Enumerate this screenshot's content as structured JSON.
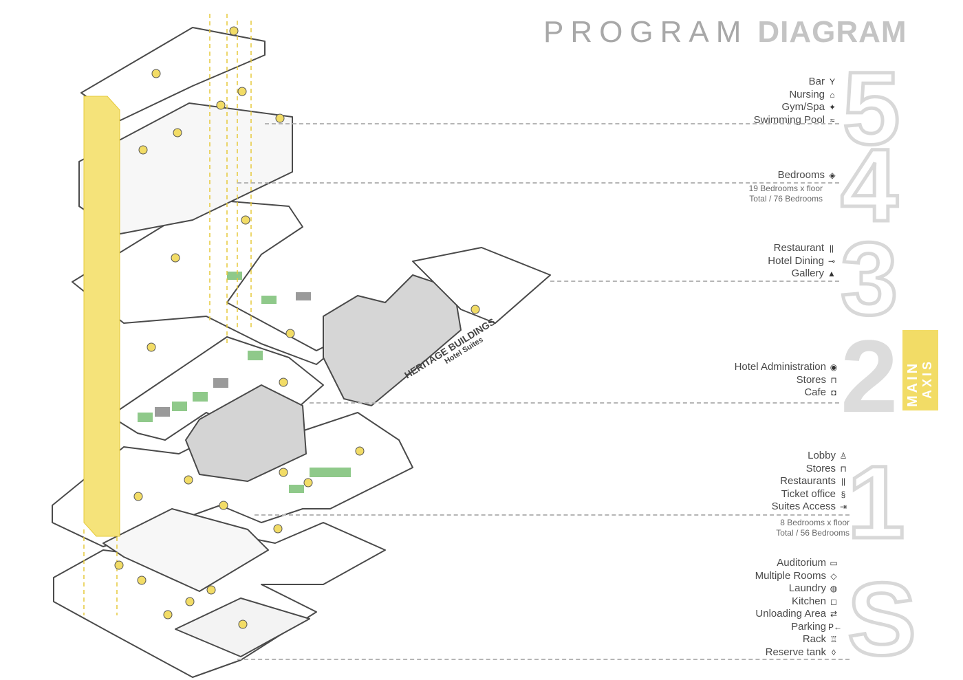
{
  "title": {
    "light": "PROGRAM",
    "bold": "DIAGRAM"
  },
  "colors": {
    "accent_yellow": "#f2dc66",
    "green_panel": "#8fc98a",
    "gray_panel": "#9a9a9a",
    "line_gray": "#b5b5b5"
  },
  "axis_tag": {
    "line1": "MAIN",
    "line2": "AXIS"
  },
  "levels": [
    {
      "id": "5",
      "items": [
        {
          "label": "Bar",
          "icon": "bar-icon",
          "glyph": "Y"
        },
        {
          "label": "Nursing",
          "icon": "nursing-icon",
          "glyph": "⌂"
        },
        {
          "label": "Gym/Spa",
          "icon": "gym-icon",
          "glyph": "✦"
        },
        {
          "label": "Swimming Pool",
          "icon": "pool-icon",
          "glyph": "≈"
        }
      ]
    },
    {
      "id": "4",
      "items": [
        {
          "label": "Bedrooms",
          "icon": "bed-icon",
          "glyph": "◈"
        }
      ],
      "note": [
        "19 Bedrooms x floor",
        "Total / 76  Bedrooms"
      ]
    },
    {
      "id": "3",
      "items": [
        {
          "label": "Restaurant",
          "icon": "restaurant-icon",
          "glyph": "||"
        },
        {
          "label": "Hotel Dining",
          "icon": "dining-icon",
          "glyph": "⊸"
        },
        {
          "label": "Gallery",
          "icon": "gallery-icon",
          "glyph": "▲"
        }
      ]
    },
    {
      "id": "2",
      "items": [
        {
          "label": "Hotel Administration",
          "icon": "admin-icon",
          "glyph": "◉"
        },
        {
          "label": "Stores",
          "icon": "cart-icon",
          "glyph": "⊓"
        },
        {
          "label": "Cafe",
          "icon": "cup-icon",
          "glyph": "◘"
        }
      ]
    },
    {
      "id": "1",
      "items": [
        {
          "label": "Lobby",
          "icon": "lobby-icon",
          "glyph": "♙"
        },
        {
          "label": "Stores",
          "icon": "cart-icon",
          "glyph": "⊓"
        },
        {
          "label": "Restaurants",
          "icon": "restaurant-icon",
          "glyph": "||"
        },
        {
          "label": "Ticket office",
          "icon": "ticket-icon",
          "glyph": "§"
        },
        {
          "label": "Suites Access",
          "icon": "access-icon",
          "glyph": "⇥"
        }
      ],
      "note": [
        "8 Bedrooms x floor",
        "Total / 56 Bedrooms"
      ]
    },
    {
      "id": "S",
      "items": [
        {
          "label": "Auditorium",
          "icon": "auditorium-icon",
          "glyph": "▭"
        },
        {
          "label": "Multiple Rooms",
          "icon": "rooms-icon",
          "glyph": "◇"
        },
        {
          "label": "Laundry",
          "icon": "laundry-icon",
          "glyph": "◍"
        },
        {
          "label": "Kitchen",
          "icon": "kitchen-icon",
          "glyph": "◻"
        },
        {
          "label": "Unloading Area",
          "icon": "unloading-icon",
          "glyph": "⇄"
        },
        {
          "label": "Parking",
          "icon": "parking-icon",
          "glyph": "P←"
        },
        {
          "label": "Rack",
          "icon": "rack-icon",
          "glyph": "♖"
        },
        {
          "label": "Reserve tank",
          "icon": "tank-icon",
          "glyph": "◊"
        }
      ]
    }
  ],
  "heritage": {
    "title": "HERITAGE BUILDINGS",
    "subtitle": "Hotel Suites"
  }
}
